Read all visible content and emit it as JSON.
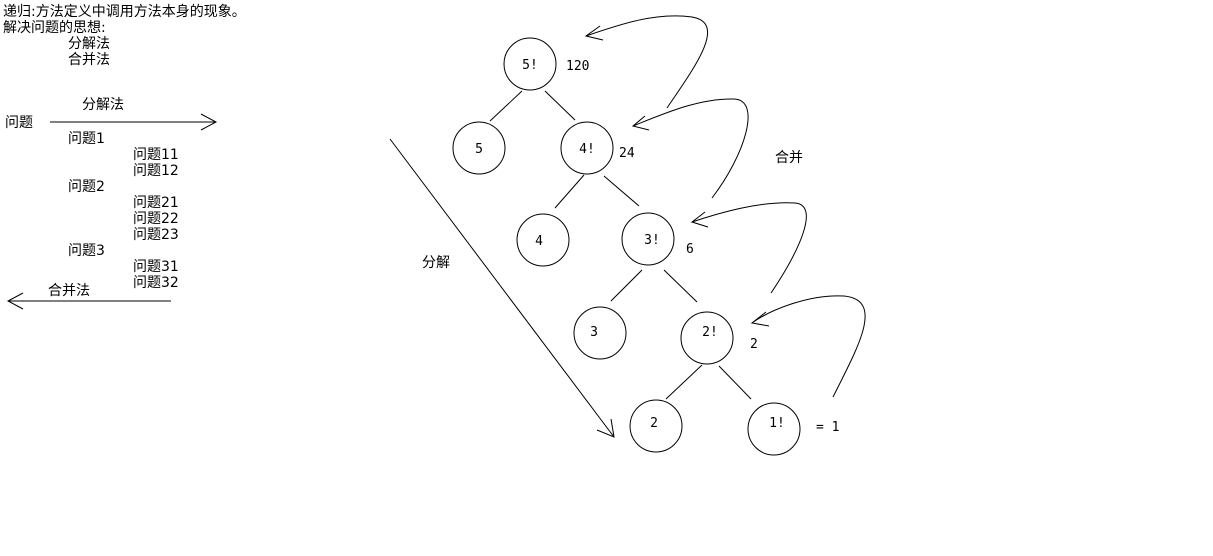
{
  "notes": {
    "definition": "递归:方法定义中调用方法本身的现象。",
    "idea_heading": "解决问题的思想:",
    "method_decompose": "分解法",
    "method_combine": "合并法"
  },
  "left_diagram": {
    "root": "问题",
    "decompose_arrow_label": "分解法",
    "combine_arrow_label": "合并法",
    "sub": [
      "问题1",
      "问题2",
      "问题3"
    ],
    "leaves": [
      "问题11",
      "问题12",
      "问题21",
      "问题22",
      "问题23",
      "问题31",
      "问题32"
    ]
  },
  "tree": {
    "decompose_label": "分解",
    "combine_label": "合并",
    "nodes": [
      "5!",
      "5",
      "4!",
      "4",
      "3!",
      "3",
      "2!",
      "2",
      "1!"
    ],
    "results": [
      "120",
      "24",
      "6",
      "2",
      "= 1"
    ]
  }
}
